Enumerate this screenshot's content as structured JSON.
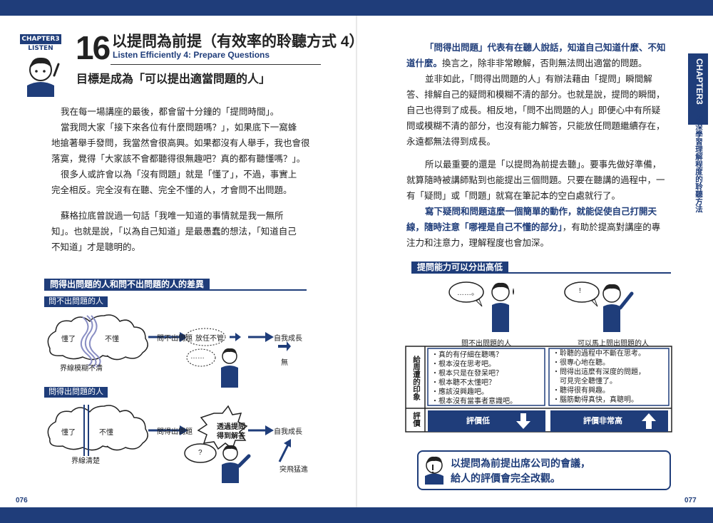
{
  "header": {
    "chapter_badge": "CHAPTER3",
    "chapter_sub": "LISTEN",
    "number": "16",
    "title": "以提問為前提（有效率的聆聽方式 4）",
    "subtitle_en": "Listen Efficiently 4: Prepare Questions",
    "tagline": "目標是成為「可以提出適當問題的人」"
  },
  "left_body": [
    "我在每一場講座的最後，都會留十分鐘的「提問時間」。",
    "當我問大家「接下來各位有什麼問題嗎？」，如果底下一窩蜂",
    "地搶著舉手發問，我當然會很高興。如果都沒有人舉手，我也會很",
    "落寞，覺得「大家該不會都聽得很無趣吧？真的都有聽懂嗎？」。",
    "很多人或許會以為「沒有問題」就是「懂了」，不過，事實上",
    "完全相反。完全沒有在聽、完全不懂的人，才會問不出問題。",
    "蘇格拉底曾說過一句話「我唯一知道的事情就是我一無所",
    "知」。也就是說，「以為自己知道」是最愚蠢的想法，「知道自己",
    "不知道」才是聰明的。"
  ],
  "left_diagram": {
    "heading": "問得出問題的人和問不出問題的人的差異",
    "cannot": {
      "tab": "問不出問題的人",
      "understood": "懂了",
      "not_understood": "不懂",
      "boundary": "界線模糊不清",
      "step1": "問不出問題",
      "step2": "放任不管",
      "step3": "自我成長",
      "bubble": "……",
      "result": "無"
    },
    "can": {
      "tab": "問得出問題的人",
      "understood": "懂了",
      "not_understood": "不懂",
      "boundary": "界線清楚",
      "step1": "問得出問題",
      "step2_line1": "透過提問",
      "step2_line2": "得到解答",
      "step3": "自我成長",
      "bubble": "?",
      "result": "突飛猛進"
    }
  },
  "right_body": {
    "p1_hl1": "「問得出問題」代表有在聽人說話，知道自己知道什麼、不知",
    "p1_hl2": "道什麼。",
    "p1_rest": "換言之，除非非常瞭解，否則無法問出適當的問題。",
    "p2": [
      "並非如此，「問得出問題的人」有辦法藉由「提問」瞬間解",
      "答、排解自己的疑問和模糊不清的部分。也就是說，提問的瞬間，",
      "自己也得到了成長。相反地，「問不出問題的人」即便心中有所疑",
      "問或模糊不清的部分，也沒有能力解答，只能放任問題繼續存在，",
      "永遠都無法得到成長。"
    ],
    "p3": [
      "所以最重要的還是「以提問為前提去聽」。要事先做好準備，",
      "就算隨時被講師點到也能提出三個問題。只要在聽講的過程中，一",
      "有「疑問」或「問題」就寫在筆記本的空白處就行了。"
    ],
    "p4_hl1": "寫下疑問和問題這麼一個簡單的動作，就能促使自己打開天",
    "p4_hl2": "線，隨時注意「哪裡是自己不懂的部分」",
    "p4_rest1": "，有助於提高對講座的專",
    "p4_rest2": "注力和注意力，理解程度也會加深。"
  },
  "right_diagram": {
    "heading": "提問能力可以分出高低",
    "left_label": "問不出問題的人",
    "right_label": "可以馬上問出問題的人",
    "left_bubble": "……。",
    "right_bubble": "!",
    "row1_header": "給周遭的印象",
    "row2_header": "評價",
    "left_bullets": [
      "・真的有仔細在聽嗎？",
      "・根本沒在思考吧。",
      "・根本只是在發呆吧？",
      "・根本聽不太懂吧？",
      "・應該沒興趣吧。",
      "・根本沒有當事者意識吧。"
    ],
    "right_bullets": [
      "・聆聽的過程中不斷在思考。",
      "・很專心地在聽。",
      "・問得出這麼有深度的問題，",
      "　可見完全聽懂了。",
      "・聽得很有興趣。",
      "・腦筋動得真快，真聰明。"
    ],
    "left_eval": "評價低",
    "right_eval": "評價非常高"
  },
  "callout": {
    "line1": "以提問為前提出席公司的會議，",
    "line2": "給人的評價會完全改觀。"
  },
  "sidebar": {
    "chapter": "CHAPTER3",
    "desc": "加深學習理解程度的聆聽方法"
  },
  "pages": {
    "left": "076",
    "right": "077"
  },
  "colors": {
    "accent": "#1f3d7a"
  }
}
